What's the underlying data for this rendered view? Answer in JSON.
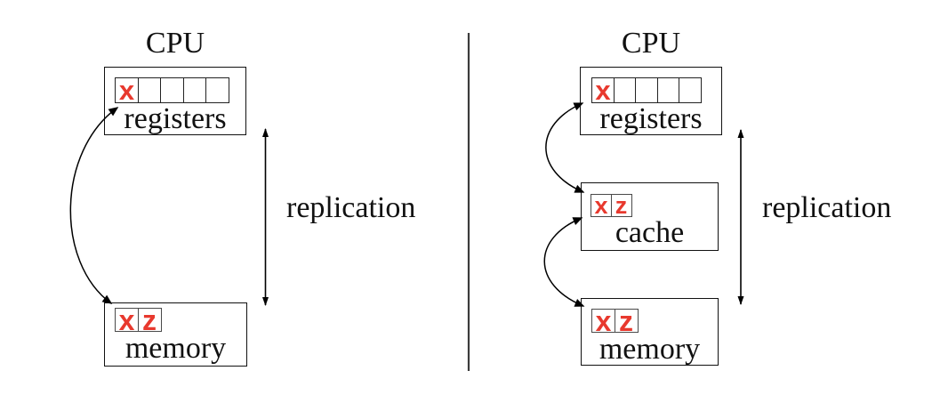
{
  "colors": {
    "highlight_red": "#e8392e",
    "line_black": "#000000",
    "divider_gray": "#3c3c3c",
    "background": "#ffffff"
  },
  "panels": [
    {
      "id": "left",
      "cpu_label": "CPU",
      "registers": {
        "label": "registers",
        "cells": [
          "x",
          "",
          "",
          "",
          ""
        ]
      },
      "memory": {
        "label": "memory",
        "cells": [
          "x",
          "z"
        ]
      },
      "replication_label": "replication"
    },
    {
      "id": "right",
      "cpu_label": "CPU",
      "registers": {
        "label": "registers",
        "cells": [
          "x",
          "",
          "",
          "",
          ""
        ]
      },
      "cache": {
        "label": "cache",
        "cells": [
          "x",
          "z"
        ]
      },
      "memory": {
        "label": "memory",
        "cells": [
          "x",
          "z"
        ]
      },
      "replication_label": "replication"
    }
  ]
}
